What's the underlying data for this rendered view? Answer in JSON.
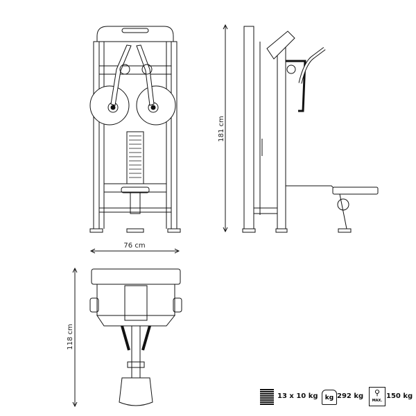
{
  "dimensions": {
    "height": "181 cm",
    "width": "76 cm",
    "depth": "118 cm"
  },
  "specs": {
    "weight_stack": {
      "label": "13 x 10 kg",
      "icon": "weight-stack-icon"
    },
    "machine_weight": {
      "label": "292 kg",
      "icon_text": "kg",
      "icon": "kg-weight-icon"
    },
    "max_load": {
      "label": "150 kg",
      "icon_text": "MAX.",
      "icon": "max-user-icon"
    }
  }
}
